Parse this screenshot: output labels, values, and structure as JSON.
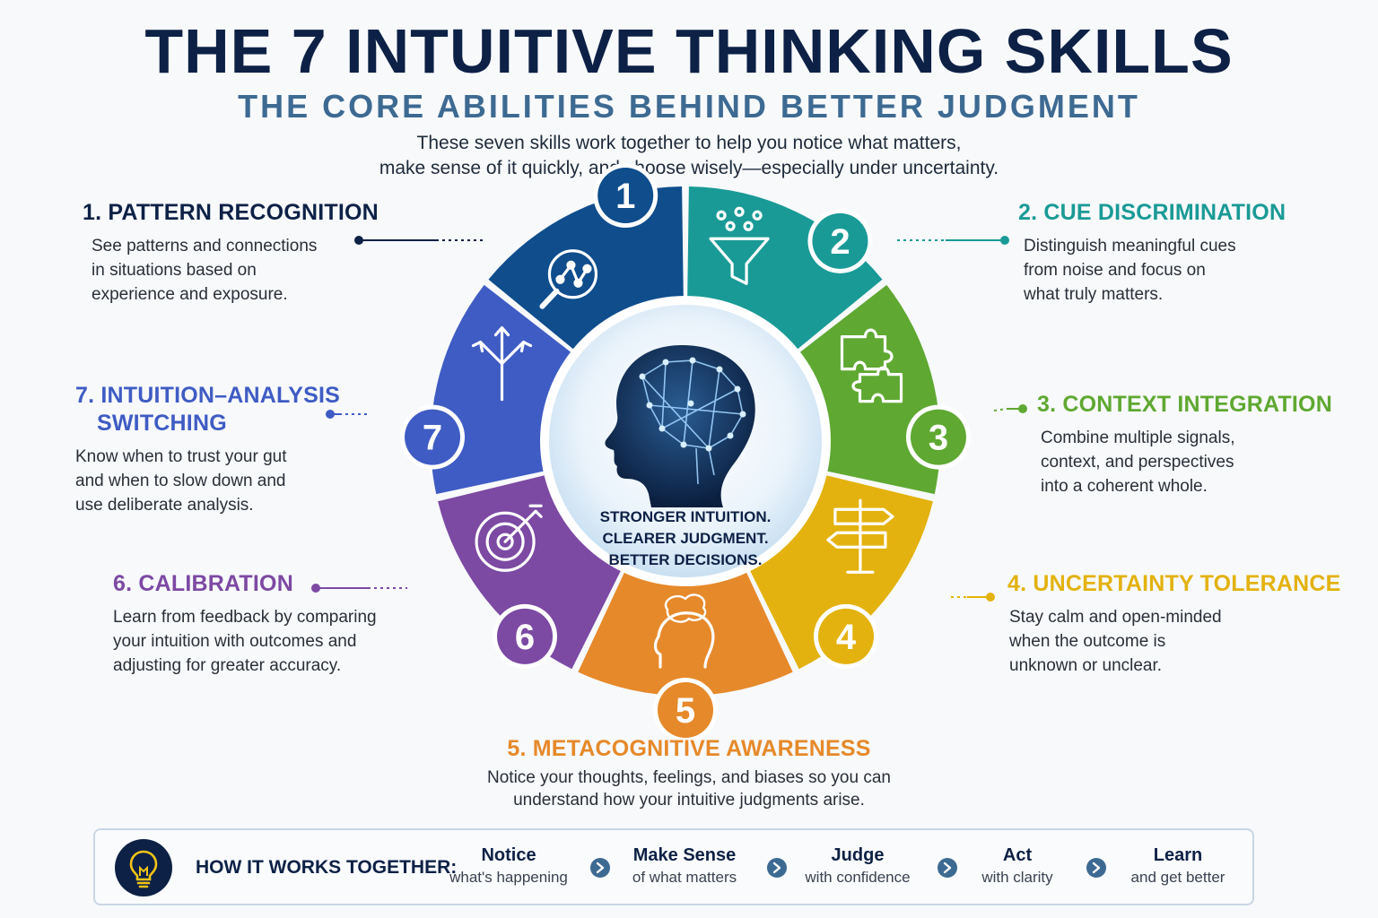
{
  "header": {
    "title": "THE 7 INTUITIVE THINKING SKILLS",
    "subtitle": "THE CORE ABILITIES BEHIND BETTER JUDGMENT",
    "intro_line1": "These seven skills work together to help you notice what matters,",
    "intro_line2": "make sense of it quickly, and choose wisely—especially under uncertainty."
  },
  "center": {
    "line1": "STRONGER INTUITION.",
    "line2": "CLEARER JUDGMENT.",
    "line3": "BETTER DECISIONS."
  },
  "skills": [
    {
      "number": "1",
      "heading": "1. PATTERN RECOGNITION",
      "color": "#0f4d8c",
      "icon": "magnifier-network-icon",
      "lines": [
        "See patterns and connections",
        "in situations based on",
        "experience and exposure."
      ]
    },
    {
      "number": "2",
      "heading": "2. CUE DISCRIMINATION",
      "color": "#1a9a96",
      "icon": "funnel-icon",
      "lines": [
        "Distinguish meaningful cues",
        "from noise and focus on",
        "what truly matters."
      ]
    },
    {
      "number": "3",
      "heading": "3. CONTEXT INTEGRATION",
      "color": "#5fa832",
      "icon": "puzzle-icon",
      "lines": [
        "Combine multiple signals,",
        "context, and perspectives",
        "into a coherent whole."
      ]
    },
    {
      "number": "4",
      "heading": "4. UNCERTAINTY TOLERANCE",
      "color": "#e3b20e",
      "icon": "signpost-icon",
      "lines": [
        "Stay calm and open-minded",
        "when the outcome is",
        "unknown or unclear."
      ]
    },
    {
      "number": "5",
      "heading": "5. METACOGNITIVE AWARENESS",
      "color": "#e6892a",
      "icon": "thinking-head-icon",
      "lines": [
        "Notice your thoughts, feelings, and biases so you can",
        "understand how your intuitive judgments arise."
      ]
    },
    {
      "number": "6",
      "heading": "6. CALIBRATION",
      "color": "#7c49a3",
      "icon": "target-arrow-icon",
      "lines": [
        "Learn from feedback by comparing",
        "your intuition with outcomes and",
        "adjusting for greater accuracy."
      ]
    },
    {
      "number": "7",
      "heading": "7. INTUITION–ANALYSIS",
      "heading2": "SWITCHING",
      "color": "#3f5cc4",
      "icon": "split-arrows-icon",
      "lines": [
        "Know when to trust your gut",
        "and when to slow down and",
        "use deliberate analysis."
      ]
    }
  ],
  "bar": {
    "label": "HOW IT WORKS TOGETHER:",
    "icon": "lightbulb-icon",
    "steps": [
      {
        "title": "Notice",
        "sub": "what's happening"
      },
      {
        "title": "Make Sense",
        "sub": "of what matters"
      },
      {
        "title": "Judge",
        "sub": "with confidence"
      },
      {
        "title": "Act",
        "sub": "with clarity"
      },
      {
        "title": "Learn",
        "sub": "and get better"
      }
    ]
  }
}
